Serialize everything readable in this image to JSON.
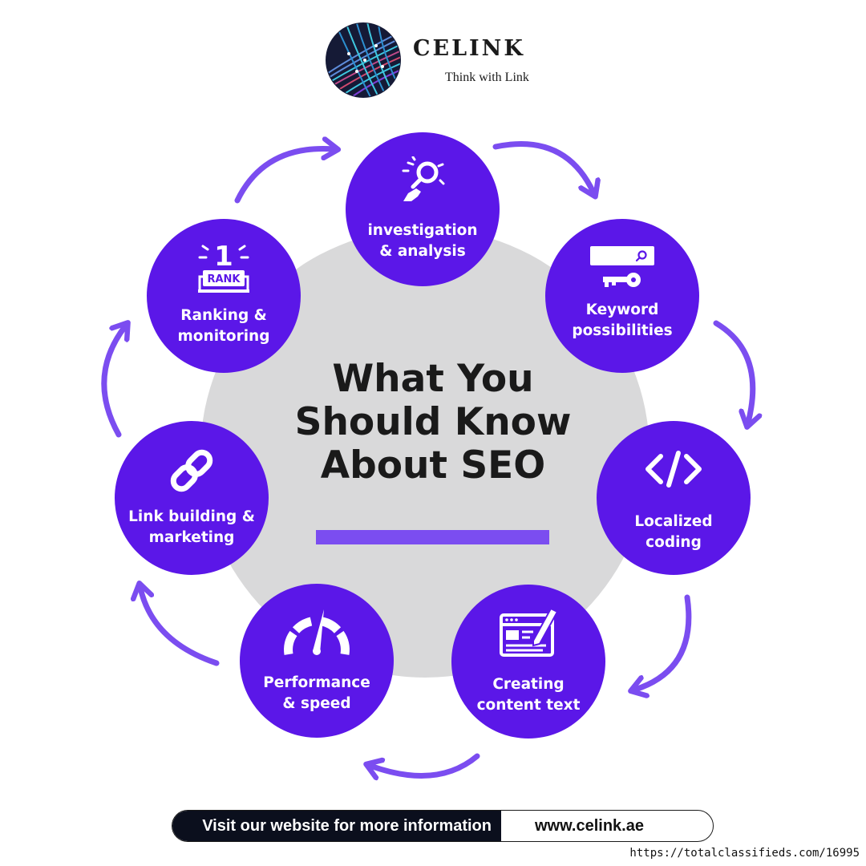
{
  "brand": {
    "name": "CELINK",
    "tagline": "Think with Link"
  },
  "title": {
    "lines": [
      "What You",
      "Should Know",
      "About SEO"
    ]
  },
  "steps": [
    {
      "icon": "magnifier-hand-icon",
      "lines": [
        "investigation",
        "& analysis"
      ]
    },
    {
      "icon": "search-key-icon",
      "lines": [
        "Keyword",
        "possibilities"
      ]
    },
    {
      "icon": "code-icon",
      "lines": [
        "Localized",
        "coding"
      ]
    },
    {
      "icon": "content-editor-icon",
      "lines": [
        "Creating",
        "content text"
      ]
    },
    {
      "icon": "speedometer-icon",
      "lines": [
        "Performance",
        "& speed"
      ]
    },
    {
      "icon": "link-icon",
      "lines": [
        "Link building &",
        "marketing"
      ]
    },
    {
      "icon": "rank-trophy-icon",
      "lines": [
        "Ranking &",
        "monitoring"
      ],
      "badge": "1",
      "badge_text": "RANK"
    }
  ],
  "footer": {
    "cta": "Visit our website for more information",
    "url": "www.celink.ae"
  },
  "watermark": "https://totalclassifieds.com/16995",
  "colors": {
    "node": "#5b17e8",
    "accent": "#7b4df0",
    "disc": "#d9d9da",
    "footer_dark": "#0b0f1d"
  }
}
